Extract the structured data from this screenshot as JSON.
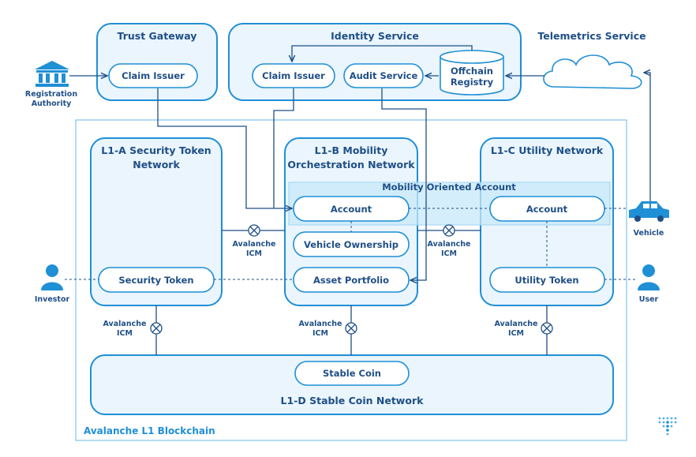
{
  "colors": {
    "stroke": "#1f8fd6",
    "fill": "#eaf5fd",
    "text": "#1f4f86",
    "connector": "#1f4f86",
    "accent": "#1f8fd6"
  },
  "top": {
    "trust_gateway": "Trust Gateway",
    "identity_service": "Identity Service",
    "telemetrics_service": "Telemetrics Service",
    "claim_issuer_tg": "Claim Issuer",
    "claim_issuer_is": "Claim Issuer",
    "audit_service": "Audit Service",
    "offchain_registry_line1": "Offchain",
    "offchain_registry_line2": "Registry"
  },
  "actors": {
    "registration_authority_line1": "Registration",
    "registration_authority_line2": "Authority",
    "investor": "Investor",
    "user": "User",
    "vehicle": "Vehicle"
  },
  "networks": {
    "l1a_title_line1": "L1-A Security Token",
    "l1a_title_line2": "Network",
    "l1b_title_line1": "L1-B Mobility",
    "l1b_title_line2": "Orchestration Network",
    "l1c_title": "L1-C Utility Network",
    "l1d_title": "L1-D Stable Coin Network",
    "mobility_oriented_account": "Mobility Oriented Account",
    "account_b": "Account",
    "account_c": "Account",
    "vehicle_ownership": "Vehicle Ownership",
    "asset_portfolio": "Asset Portfolio",
    "security_token": "Security Token",
    "utility_token": "Utility Token",
    "stable_coin": "Stable Coin",
    "avalanche_l1": "Avalanche L1 Blockchain"
  },
  "icm": {
    "line1": "Avalanche",
    "line2": "ICM"
  }
}
